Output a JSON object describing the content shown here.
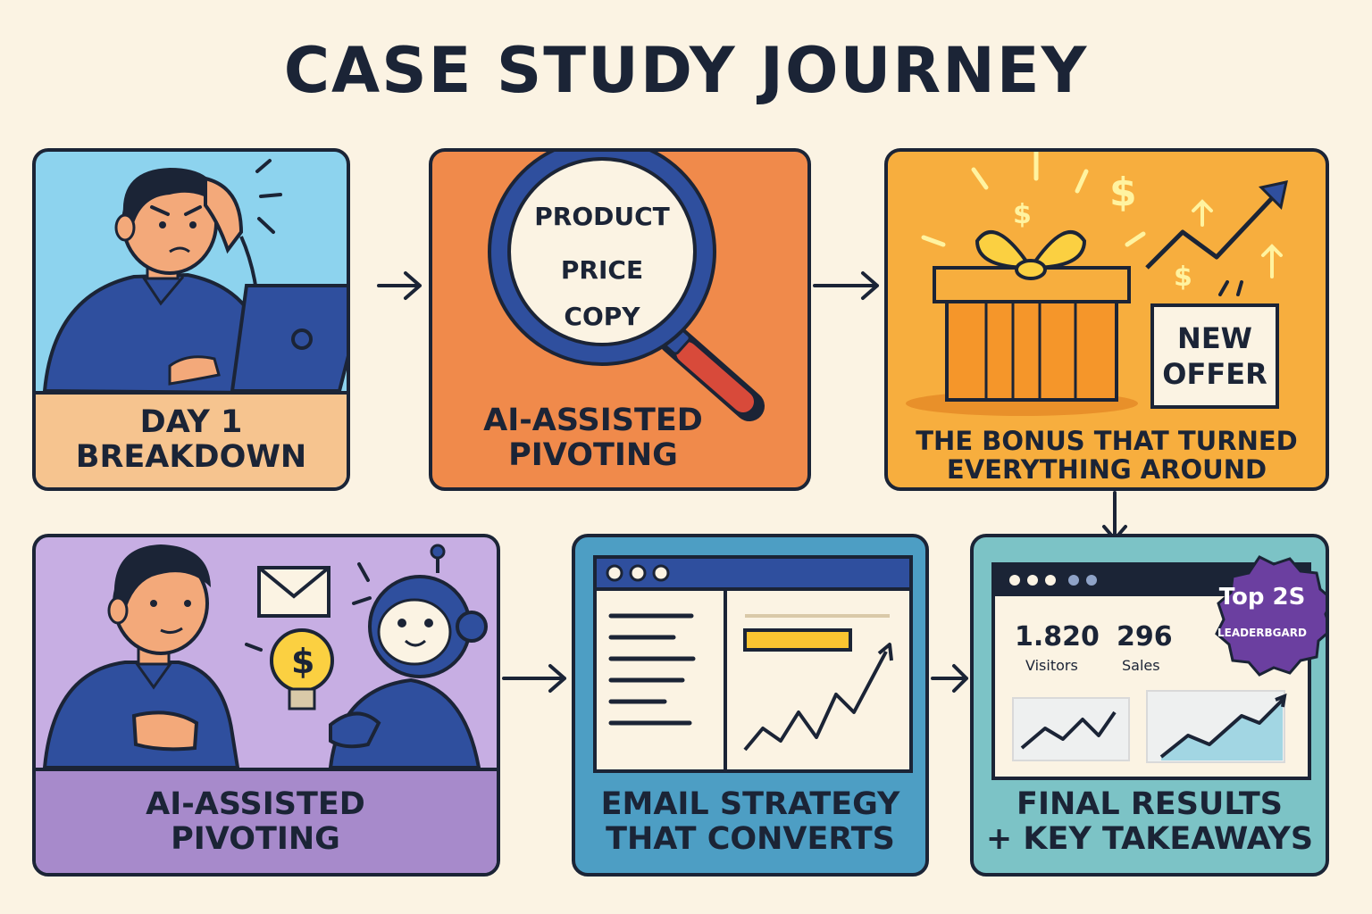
{
  "title": "CASE STUDY JOURNEY",
  "colors": {
    "background": "#fbf3e3",
    "outline": "#1b2436",
    "panel1": "#8dd3ee",
    "panel1_caption": "#f6c48f",
    "panel2": "#f08a4b",
    "panel3": "#f7ae3e",
    "panel4": "#c7aee3",
    "panel4_caption": "#a78acb",
    "panel5": "#4d9ec4",
    "panel6": "#7cc3c6",
    "shirt_blue": "#2f4f9e",
    "badge_purple": "#6b3fa0"
  },
  "panels": [
    {
      "caption_line1": "DAY 1",
      "caption_line2": "BREAKDOWN",
      "icons": [
        "stressed-person-icon",
        "laptop-icon"
      ]
    },
    {
      "caption_line1": "AI-ASSISTED",
      "caption_line2": "PIVOTING",
      "lens_words": [
        "PRODUCT",
        "PRICE",
        "COPY"
      ],
      "icons": [
        "magnifying-glass-icon"
      ]
    },
    {
      "caption_line1": "THE BONUS THAT TURNED",
      "caption_line2": "EVERYTHING AROUND",
      "sign_line1": "NEW",
      "sign_line2": "OFFER",
      "icons": [
        "gift-box-icon",
        "trend-up-arrow-icon",
        "dollar-sign-icon"
      ]
    },
    {
      "caption_line1": "AI-ASSISTED",
      "caption_line2": "PIVOTING",
      "icons": [
        "person-icon",
        "robot-icon",
        "envelope-icon",
        "lightbulb-dollar-icon"
      ]
    },
    {
      "caption_line1": "EMAIL STRATEGY",
      "caption_line2": "THAT CONVERTS",
      "icons": [
        "browser-window-icon",
        "line-chart-icon"
      ]
    },
    {
      "caption_line1": "FINAL RESULTS",
      "caption_line2": "+ KEY TAKEAWAYS",
      "stats": [
        {
          "value": "1.820",
          "label": "Visitors"
        },
        {
          "value": "296",
          "label": "Sales"
        }
      ],
      "badge_line1": "Top 2S",
      "badge_line2": "LEADERBGARD",
      "icons": [
        "dashboard-icon",
        "badge-icon"
      ]
    }
  ]
}
